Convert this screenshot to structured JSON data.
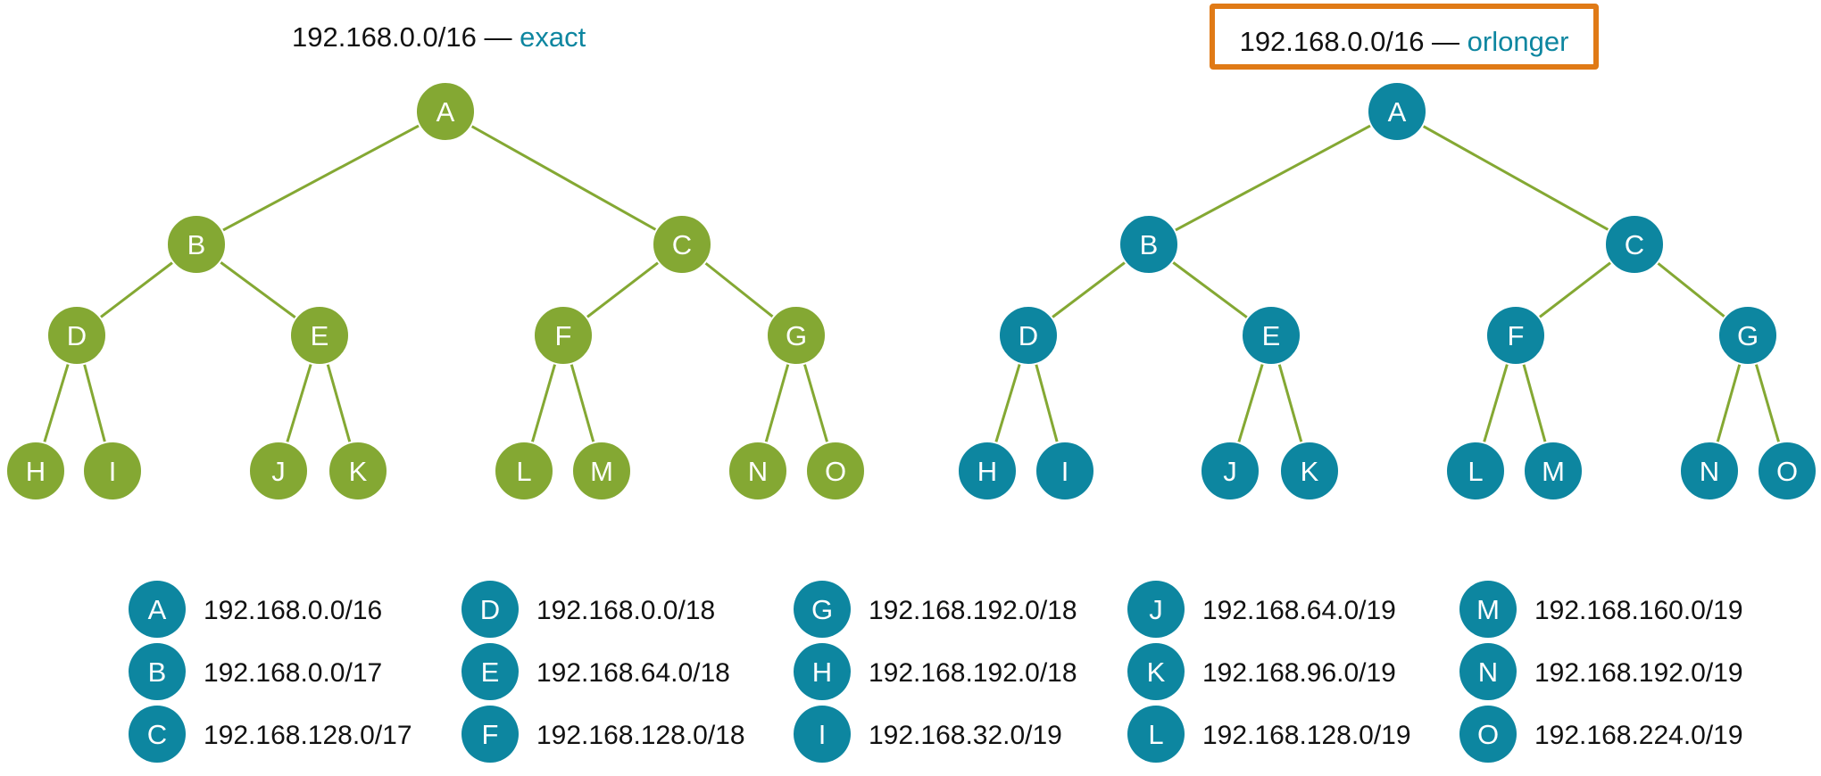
{
  "trees": [
    {
      "id": "exact",
      "prefix": "192.168.0.0/16",
      "separator": " — ",
      "mode": "exact",
      "node_color": "#84a833",
      "edge_color": "#84a833"
    },
    {
      "id": "orlonger",
      "prefix": "192.168.0.0/16",
      "separator": " — ",
      "mode": "orlonger",
      "node_color": "#0d86a0",
      "edge_color": "#84a833",
      "highlight_color": "#e07a16"
    }
  ],
  "mode_color": "#0d86a0",
  "nodes": [
    "A",
    "B",
    "C",
    "D",
    "E",
    "F",
    "G",
    "H",
    "I",
    "J",
    "K",
    "L",
    "M",
    "N",
    "O"
  ],
  "edges": [
    [
      "A",
      "B"
    ],
    [
      "A",
      "C"
    ],
    [
      "B",
      "D"
    ],
    [
      "B",
      "E"
    ],
    [
      "C",
      "F"
    ],
    [
      "C",
      "G"
    ],
    [
      "D",
      "H"
    ],
    [
      "D",
      "I"
    ],
    [
      "E",
      "J"
    ],
    [
      "E",
      "K"
    ],
    [
      "F",
      "L"
    ],
    [
      "F",
      "M"
    ],
    [
      "G",
      "N"
    ],
    [
      "G",
      "O"
    ]
  ],
  "legend": [
    {
      "node": "A",
      "prefix": "192.168.0.0/16"
    },
    {
      "node": "B",
      "prefix": "192.168.0.0/17"
    },
    {
      "node": "C",
      "prefix": "192.168.128.0/17"
    },
    {
      "node": "D",
      "prefix": "192.168.0.0/18"
    },
    {
      "node": "E",
      "prefix": "192.168.64.0/18"
    },
    {
      "node": "F",
      "prefix": "192.168.128.0/18"
    },
    {
      "node": "G",
      "prefix": "192.168.192.0/18"
    },
    {
      "node": "H",
      "prefix": "192.168.192.0/18"
    },
    {
      "node": "I",
      "prefix": "192.168.32.0/19"
    },
    {
      "node": "J",
      "prefix": "192.168.64.0/19"
    },
    {
      "node": "K",
      "prefix": "192.168.96.0/19"
    },
    {
      "node": "L",
      "prefix": "192.168.128.0/19"
    },
    {
      "node": "M",
      "prefix": "192.168.160.0/19"
    },
    {
      "node": "N",
      "prefix": "192.168.192.0/19"
    },
    {
      "node": "O",
      "prefix": "192.168.224.0/19"
    }
  ],
  "legend_color": "#0d86a0"
}
